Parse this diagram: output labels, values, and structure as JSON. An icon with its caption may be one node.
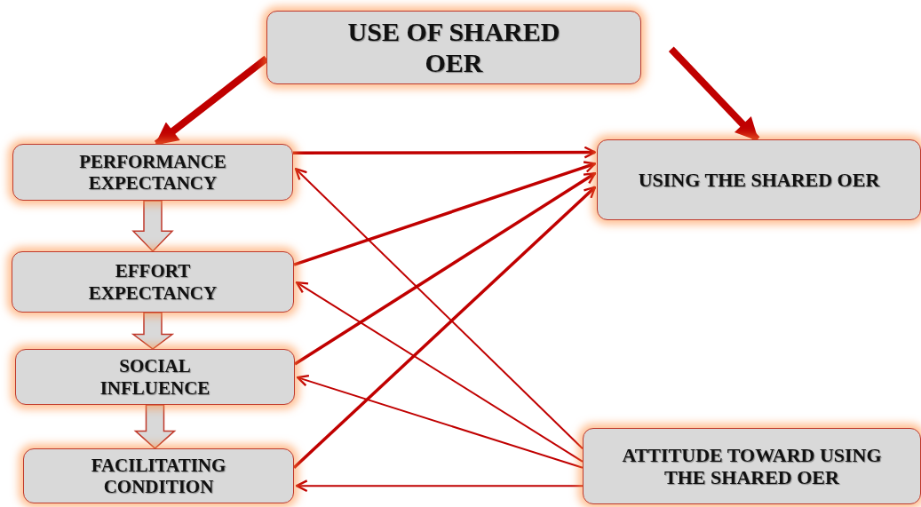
{
  "diagram": {
    "nodes": [
      {
        "text": [
          "USE OF SHARED OER"
        ]
      },
      {
        "text": [
          "PERFORMANCE EXPECTANCY"
        ]
      },
      {
        "text": [
          "EFFORT EXPECTANCY"
        ]
      },
      {
        "text": [
          "SOCIAL INFLUENCE"
        ]
      },
      {
        "text": [
          "FACILITATING CONDITION"
        ]
      },
      {
        "text": [
          "USING THE SHARED OER"
        ]
      },
      {
        "text": [
          "ATTITUDE TOWARD USING THE SHARED OER"
        ]
      }
    ],
    "edges": [
      {
        "from": 0,
        "to": 1,
        "arrow": "to",
        "style": "thick"
      },
      {
        "from": 0,
        "to": 5,
        "arrow": "to",
        "style": "thick"
      },
      {
        "from": 1,
        "to": 2,
        "arrow": "to",
        "style": "thick",
        "color": "#d9d9d9"
      },
      {
        "from": 2,
        "to": 3,
        "arrow": "to",
        "style": "thick",
        "color": "#d9d9d9"
      },
      {
        "from": 3,
        "to": 4,
        "arrow": "to",
        "style": "thick",
        "color": "#d9d9d9"
      },
      {
        "from": 1,
        "to": 5,
        "arrow": "to"
      },
      {
        "from": 2,
        "to": 5,
        "arrow": "to"
      },
      {
        "from": 3,
        "to": 5,
        "arrow": "to"
      },
      {
        "from": 4,
        "to": 5,
        "arrow": "to"
      },
      {
        "from": 6,
        "to": 1,
        "arrow": "to"
      },
      {
        "from": 6,
        "to": 2,
        "arrow": "to"
      },
      {
        "from": 6,
        "to": 3,
        "arrow": "to"
      },
      {
        "from": 6,
        "to": 4,
        "arrow": "to"
      }
    ]
  }
}
